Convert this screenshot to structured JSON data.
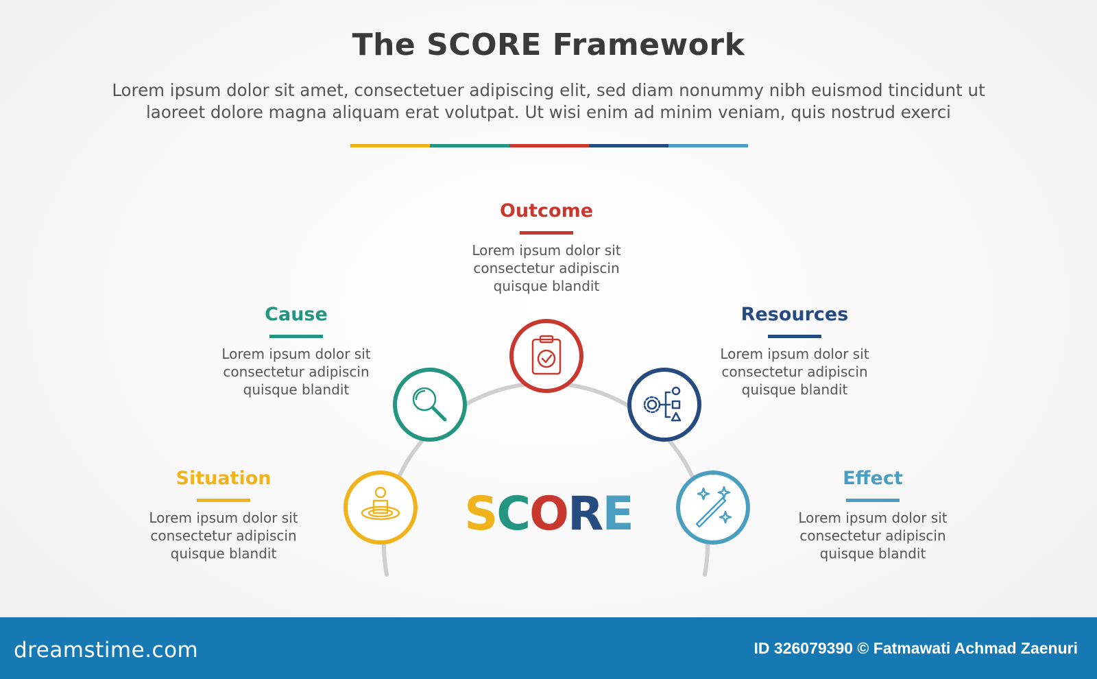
{
  "header": {
    "title": "The SCORE Framework",
    "subtitle_line1": "Lorem ipsum dolor sit amet, consectetuer adipiscing elit, sed diam nonummy nibh euismod tincidunt ut",
    "subtitle_line2": "laoreet dolore magna aliquam erat volutpat. Ut wisi enim ad minim veniam, quis nostrud exerci"
  },
  "colors": {
    "situation": "#f0b31c",
    "cause": "#249581",
    "outcome": "#c9382f",
    "resources": "#264b80",
    "effect": "#4a9fc0",
    "arc": "#cfcfcf",
    "footer": "#1679b3"
  },
  "center_word": [
    "S",
    "C",
    "O",
    "R",
    "E"
  ],
  "steps": [
    {
      "key": "situation",
      "label": "Situation",
      "icon": "person-target-icon",
      "desc": [
        "Lorem ipsum dolor sit",
        "consectetur adipiscin",
        "quisque blandit"
      ]
    },
    {
      "key": "cause",
      "label": "Cause",
      "icon": "magnifier-icon",
      "desc": [
        "Lorem ipsum dolor sit",
        "consectetur adipiscin",
        "quisque blandit"
      ]
    },
    {
      "key": "outcome",
      "label": "Outcome",
      "icon": "clipboard-check-icon",
      "desc": [
        "Lorem ipsum dolor sit",
        "consectetur adipiscin",
        "quisque blandit"
      ]
    },
    {
      "key": "resources",
      "label": "Resources",
      "icon": "gear-shapes-icon",
      "desc": [
        "Lorem ipsum dolor sit",
        "consectetur adipiscin",
        "quisque blandit"
      ]
    },
    {
      "key": "effect",
      "label": "Effect",
      "icon": "magic-wand-icon",
      "desc": [
        "Lorem ipsum dolor sit",
        "consectetur adipiscin",
        "quisque blandit"
      ]
    }
  ],
  "footer": {
    "brand": "dreamstime.com",
    "credit": "ID 326079390 © Fatmawati  Achmad Zaenuri"
  }
}
